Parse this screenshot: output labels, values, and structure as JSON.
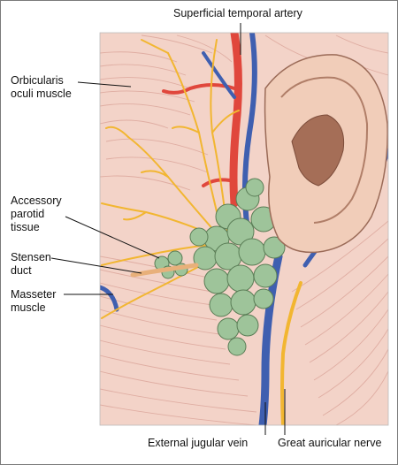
{
  "labels": {
    "superficial_temporal_artery": "Superficial temporal artery",
    "orbicularis_oculi_muscle": "Orbicularis\noculi muscle",
    "accessory_parotid_tissue": "Accessory\nparotid\ntissue",
    "stensen_duct": "Stensen\nduct",
    "masseter_muscle": "Masseter\nmuscle",
    "external_jugular_vein": "External jugular vein",
    "great_auricular_nerve": "Great auricular nerve"
  },
  "colors": {
    "muscle": "#f3d3c8",
    "muscle_fiber": "#d9a196",
    "artery": "#e0473c",
    "vein": "#3f5fb0",
    "nerve": "#f2b631",
    "gland": "#9ec49a",
    "ear": "#f1cdb9",
    "frame": "#7a7a7a"
  }
}
